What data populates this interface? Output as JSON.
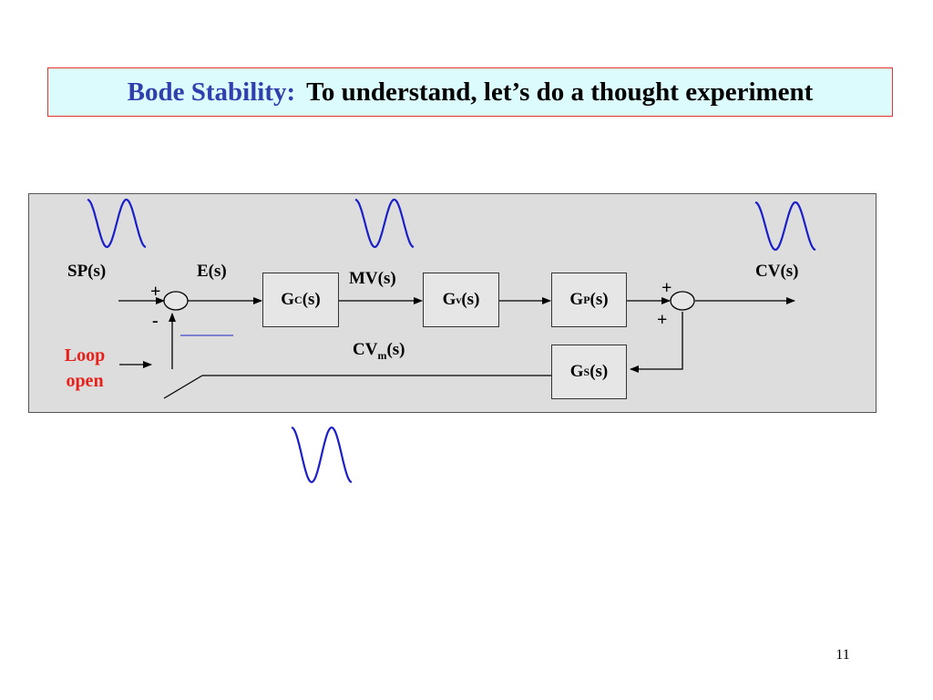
{
  "title": {
    "lead": "Bode Stability:",
    "rest": "To understand, let’s do a thought experiment"
  },
  "diagram": {
    "signals": {
      "setpoint": "SP(s)",
      "error": "E(s)",
      "manipulated": "MV(s)",
      "controlled": "CV(s)",
      "measured_main": "CV",
      "measured_sub": "m",
      "measured_tail": "(s)"
    },
    "signs": {
      "sum1_plus": "+",
      "sum1_minus": "-",
      "sum2_top_plus": "+",
      "sum2_bottom_plus": "+"
    },
    "blocks": {
      "controller": {
        "main": "G",
        "sub": "C",
        "tail": "(s)"
      },
      "valve": {
        "main": "G",
        "sub": "v",
        "tail": "(s)"
      },
      "process": {
        "main": "G",
        "sub": "P",
        "tail": "(s)"
      },
      "sensor": {
        "main": "G",
        "sub": "S",
        "tail": "(s)"
      }
    },
    "loop_open": {
      "line1": "Loop",
      "line2": "open"
    }
  },
  "colors": {
    "title_lead": "#2f3fae",
    "title_border": "#e8322e",
    "title_bg": "#dcfbfc",
    "wave": "#1a1fc8",
    "loop_open": "#e8201a"
  },
  "page_number": "11"
}
